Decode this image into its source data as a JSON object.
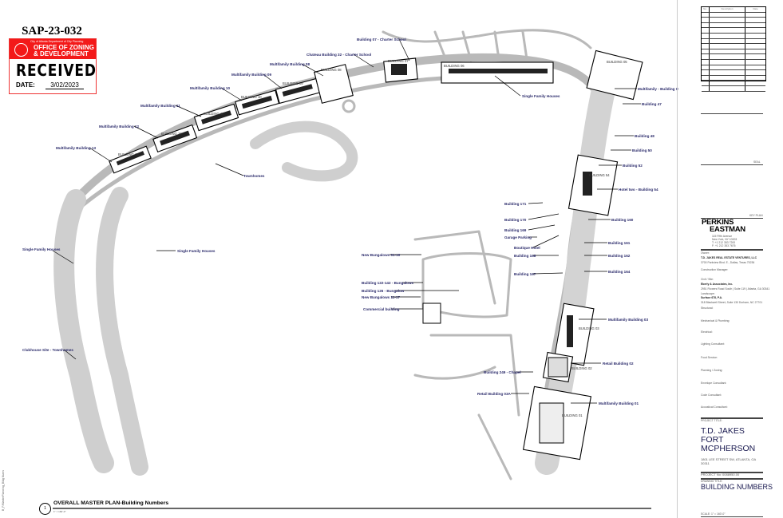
{
  "stamp": {
    "case_number": "SAP-23-032",
    "department": "City of Atlanta Department of City Planning",
    "office": "OFFICE OF ZONING & DEVELOPMENT",
    "status": "RECEIVED",
    "date_label": "DATE:",
    "date": "3/02/2023",
    "accent": "#f31919"
  },
  "plan_labels": [
    "Multifamily Building 13",
    "Multifamily Building 12",
    "Multifamily Building 11",
    "Multifamily Building 10",
    "Multifamily Building 09",
    "Multifamily Building 08",
    "Chateau Building 32 - Charter School",
    "Building 07 - Charter School",
    "Single Family Houses",
    "Multifamily - Building 05",
    "Building 47",
    "Building 48",
    "Building 50",
    "Building 52",
    "Hotel two - Building 54",
    "Building 160",
    "Building 171",
    "Building 170",
    "Building 169",
    "Garage Parking",
    "Boutique Hotel",
    "Building 168",
    "Building 167",
    "Building 161",
    "Building 162",
    "Building 164",
    "Townhomes",
    "Single Family Houses",
    "Single Family Houses",
    "Clubhouse Site - Townhomes",
    "New Bungalows 01-10",
    "Building 122-142 - Bungalows",
    "Building 126 - Bungalow",
    "New Bungalows 11-17",
    "Commercial building",
    "Multifamily Building 03",
    "Retail Building 02",
    "Building 249 - Chapel",
    "Retail Building 03A",
    "Multifamily Building 01"
  ],
  "building_tags": [
    "BUILDING 13",
    "BUILDING 12",
    "BUILDING 11",
    "BUILDING 10",
    "BUILDING 09",
    "BUILDING 08",
    "BUILDING 07",
    "BUILDING 06",
    "BUILDING 05",
    "BUILDING 54",
    "BUILDING 03",
    "BUILDING 02",
    "BUILDING 01"
  ],
  "revisions": {
    "headers": [
      "No.",
      "Description",
      "Date"
    ],
    "rows": 15
  },
  "title_block": {
    "key_plan": "KEY PLAN",
    "firm": [
      "PERKINS",
      "EASTMAN"
    ],
    "firm_address": [
      "115 Fifth Avenue",
      "New York, NY 10003",
      "T: +1 212 353 7200",
      "F: +1 212 353 7676"
    ],
    "owner_label": "Owner:",
    "owner": "T.D. JAKES REAL ESTATE VENTURES, LLC",
    "owner_address": "3700 Parkview Blvd. E.,     Dallas, Texas 75236",
    "construction_manager": "Construction Manager:",
    "civil_label": "Civil / Site:",
    "civil": "Eberly & Associates, Inc.",
    "civil_address": "2951 Flowers Road South | Suite 119 | Atlanta, GA 30341",
    "landscape_label": "Landscape:",
    "landscape": "Surface 678, P.A.",
    "landscape_address": "318 Blackwell Street, Suite 130     Durham, NC 27701",
    "consultants": [
      "Structural:",
      "Mechanical & Plumbing:",
      "Electrical:",
      "Lighting Consultant:",
      "Food Service:",
      "Planning / Zoning:",
      "Envelope Consultant:",
      "Code Consultant:",
      "Acoustical Consultant:"
    ],
    "seal": "SEAL",
    "project_title_label": "PROJECT TITLE:",
    "project_title": "T.D. JAKES FORT MCPHERSON",
    "project_address": "1801 LEE STREET SW, ATLANTA, GA 30311",
    "project_no": "PROJECT No: 0088950.00",
    "drawing_title_label": "DRAWING TITLE:",
    "drawing_title": "BUILDING NUMBERS",
    "scale": "SCALE:     1\" = 160'-0\""
  },
  "footer": {
    "number": "1",
    "title": "OVERALL MASTER PLAN-Building Numbers",
    "scale": "1\" = 160'-0\""
  },
  "sidebar_file": "B_P/MasterPlanning_Bldg Nums"
}
